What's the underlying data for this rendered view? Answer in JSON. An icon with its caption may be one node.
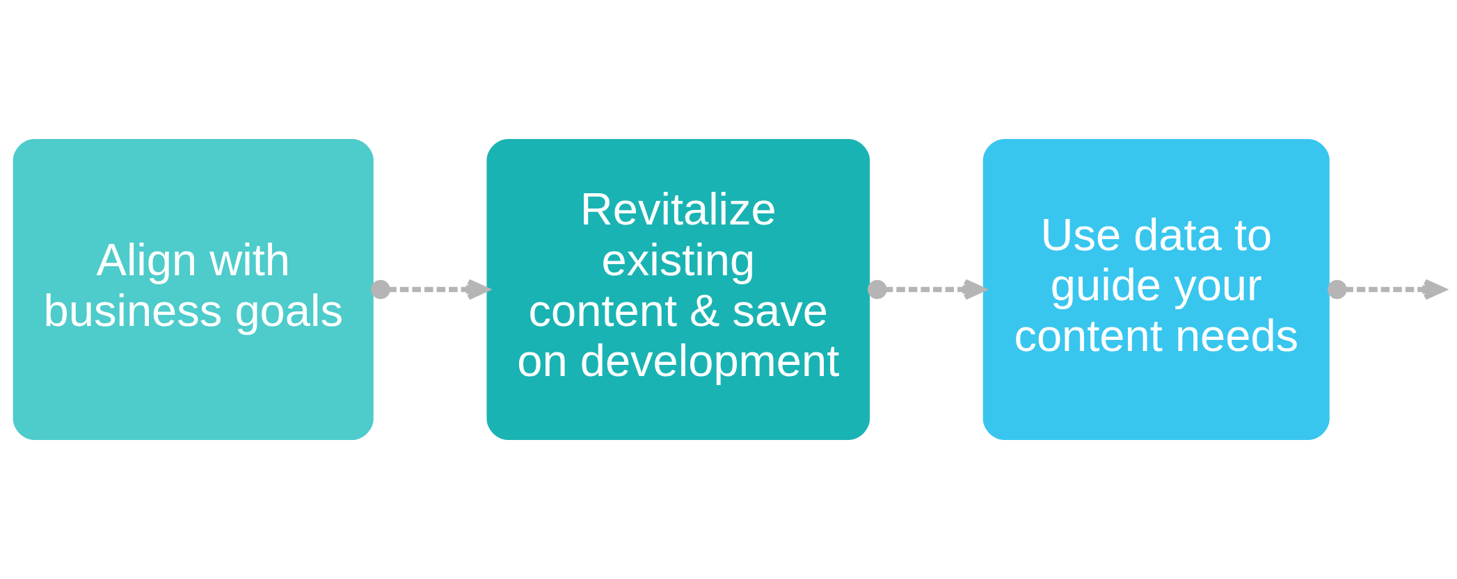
{
  "diagram": {
    "nodes": [
      {
        "text": [
          "Align with business goals"
        ]
      },
      {
        "text": [
          "Revitalize existing content & save on development"
        ]
      },
      {
        "text": [
          "Use data to guide your content needs"
        ]
      }
    ],
    "edges": [
      {
        "from": 0,
        "to": 1,
        "arrow": "to",
        "style": "dashed"
      },
      {
        "from": 1,
        "to": 2,
        "arrow": "to",
        "style": "dashed"
      },
      {
        "from": 2,
        "to": null,
        "arrow": "to",
        "style": "dashed"
      }
    ]
  }
}
